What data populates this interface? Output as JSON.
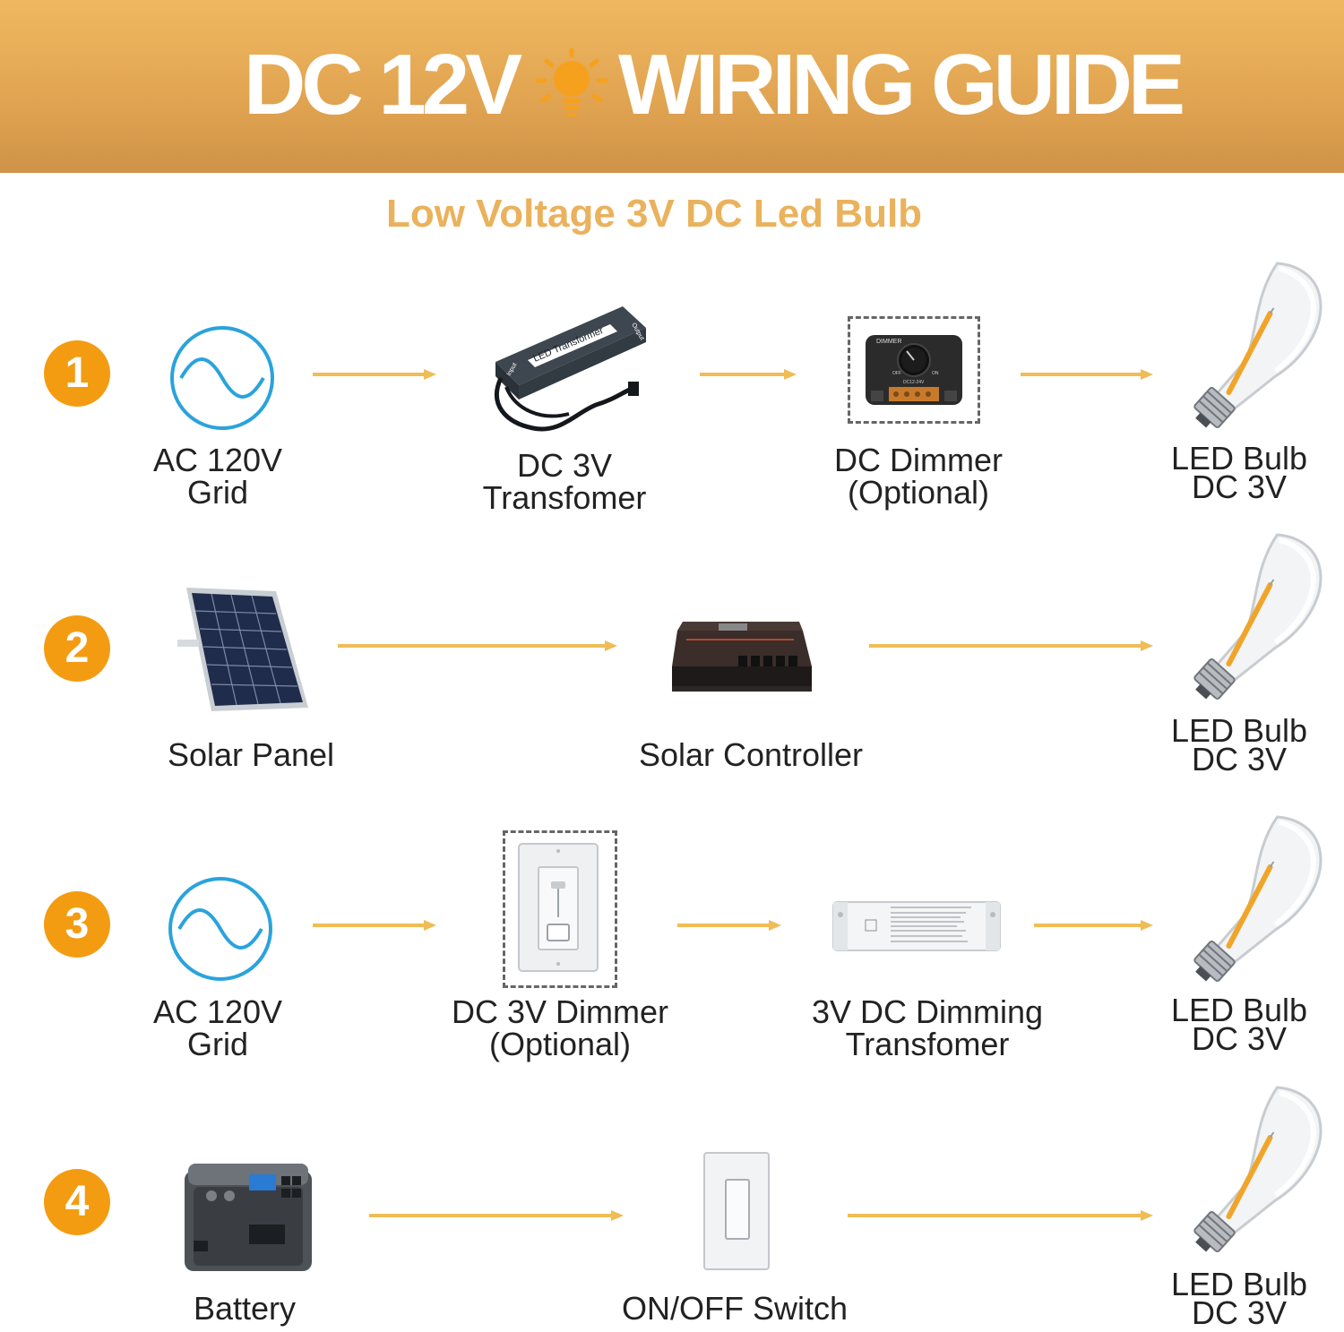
{
  "header": {
    "title_left": "DC 12V",
    "title_right": "WIRING GUIDE",
    "icon": "sun-bulb-icon",
    "background_color": "#e2a552"
  },
  "subtitle": "Low Voltage 3V DC Led Bulb",
  "accent_color": "#f39c12",
  "arrow_color": "#efbc56",
  "rows": [
    {
      "step": "1",
      "items": [
        {
          "icon": "ac-wave-icon",
          "lines": [
            "AC 120V",
            "Grid"
          ]
        },
        {
          "icon": "transformer-icon",
          "device_text": [
            "LED Transformer",
            "Input",
            "Output"
          ],
          "lines": [
            "DC 3V",
            "Transfomer"
          ]
        },
        {
          "icon": "dimmer-icon",
          "device_text": [
            "DIMMER",
            "OFF",
            "ON",
            "DC12-24V"
          ],
          "lines": [
            "DC  Dimmer",
            "(Optional)"
          ],
          "optional": true
        },
        {
          "icon": "led-bulb-icon",
          "lines": [
            "LED Bulb",
            "DC 3V"
          ]
        }
      ]
    },
    {
      "step": "2",
      "items": [
        {
          "icon": "solar-panel-icon",
          "lines": [
            "Solar Panel"
          ]
        },
        {
          "icon": "solar-controller-icon",
          "lines": [
            "Solar Controller"
          ]
        },
        {
          "icon": "led-bulb-icon",
          "lines": [
            "LED Bulb",
            "DC 3V"
          ]
        }
      ]
    },
    {
      "step": "3",
      "items": [
        {
          "icon": "ac-wave-icon",
          "lines": [
            "AC 120V",
            "Grid"
          ]
        },
        {
          "icon": "wall-dimmer-icon",
          "lines": [
            "DC 3V Dimmer",
            "(Optional)"
          ],
          "optional": true
        },
        {
          "icon": "dimming-transformer-icon",
          "lines": [
            "3V DC Dimming",
            "Transfomer"
          ]
        },
        {
          "icon": "led-bulb-icon",
          "lines": [
            "LED Bulb",
            "DC 3V"
          ]
        }
      ]
    },
    {
      "step": "4",
      "items": [
        {
          "icon": "battery-icon",
          "lines": [
            "Battery"
          ]
        },
        {
          "icon": "switch-icon",
          "lines": [
            "ON/OFF Switch"
          ]
        },
        {
          "icon": "led-bulb-icon",
          "lines": [
            "LED Bulb",
            "DC 3V"
          ]
        }
      ]
    }
  ]
}
